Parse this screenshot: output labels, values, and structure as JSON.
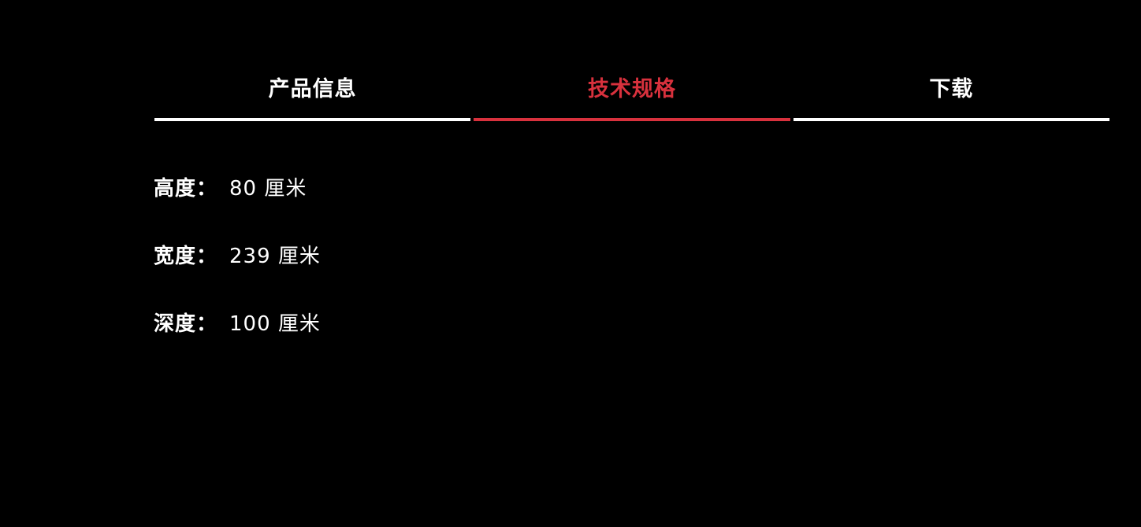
{
  "colors": {
    "background": "#000000",
    "text": "#ffffff",
    "accent": "#d8313d"
  },
  "tabs": [
    {
      "label": "产品信息",
      "active": false
    },
    {
      "label": "技术规格",
      "active": true
    },
    {
      "label": "下载",
      "active": false
    }
  ],
  "specs": [
    {
      "label": "高度：",
      "value": "80 厘米"
    },
    {
      "label": "宽度：",
      "value": "239 厘米"
    },
    {
      "label": "深度：",
      "value": "100 厘米"
    }
  ]
}
